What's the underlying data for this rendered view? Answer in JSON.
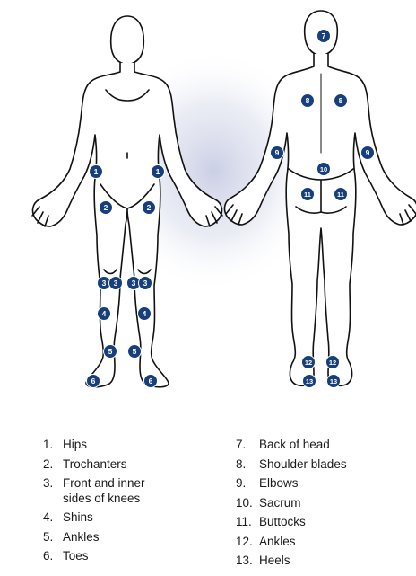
{
  "colors": {
    "marker_fill": "#173f7c",
    "marker_text": "#ffffff",
    "outline": "#111111",
    "glow": "#c9cde4"
  },
  "figures": {
    "front": {
      "markers": [
        {
          "id": "hip-left",
          "label": "1"
        },
        {
          "id": "hip-right",
          "label": "1"
        },
        {
          "id": "trochanter-left",
          "label": "2"
        },
        {
          "id": "trochanter-right",
          "label": "2"
        },
        {
          "id": "knee-1",
          "label": "3"
        },
        {
          "id": "knee-2",
          "label": "3"
        },
        {
          "id": "knee-3",
          "label": "3"
        },
        {
          "id": "knee-4",
          "label": "3"
        },
        {
          "id": "shin-left",
          "label": "4"
        },
        {
          "id": "shin-right",
          "label": "4"
        },
        {
          "id": "ankle-left",
          "label": "5"
        },
        {
          "id": "ankle-right",
          "label": "5"
        },
        {
          "id": "toe-left",
          "label": "6"
        },
        {
          "id": "toe-right",
          "label": "6"
        }
      ]
    },
    "back": {
      "markers": [
        {
          "id": "head",
          "label": "7"
        },
        {
          "id": "shoulder-left",
          "label": "8"
        },
        {
          "id": "shoulder-right",
          "label": "8"
        },
        {
          "id": "elbow-left",
          "label": "9"
        },
        {
          "id": "elbow-right",
          "label": "9"
        },
        {
          "id": "sacrum",
          "label": "10"
        },
        {
          "id": "buttock-left",
          "label": "11"
        },
        {
          "id": "buttock-right",
          "label": "11"
        },
        {
          "id": "ankle-left",
          "label": "12"
        },
        {
          "id": "ankle-right",
          "label": "12"
        },
        {
          "id": "heel-left",
          "label": "13"
        },
        {
          "id": "heel-right",
          "label": "13"
        }
      ]
    }
  },
  "legend": {
    "left": [
      {
        "num": "1.",
        "text": "Hips"
      },
      {
        "num": "2.",
        "text": "Trochanters"
      },
      {
        "num": "3.",
        "text": "Front and inner sides of knees"
      },
      {
        "num": "4.",
        "text": "Shins"
      },
      {
        "num": "5.",
        "text": "Ankles"
      },
      {
        "num": "6.",
        "text": "Toes"
      }
    ],
    "right": [
      {
        "num": "7.",
        "text": "Back of head"
      },
      {
        "num": "8.",
        "text": "Shoulder blades"
      },
      {
        "num": "9.",
        "text": "Elbows"
      },
      {
        "num": "10.",
        "text": "Sacrum"
      },
      {
        "num": "11.",
        "text": "Buttocks"
      },
      {
        "num": "12.",
        "text": "Ankles"
      },
      {
        "num": "13.",
        "text": "Heels"
      }
    ]
  }
}
